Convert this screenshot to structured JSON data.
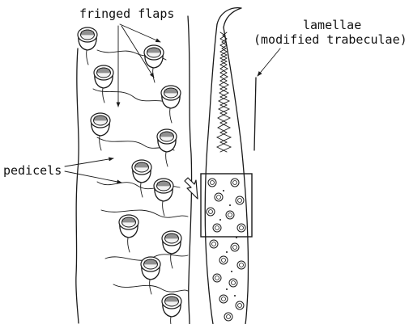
{
  "labels": {
    "fringed_flaps": "fringed flaps",
    "lamellae_line1": "lamellae",
    "lamellae_line2": "(modified trabeculae)",
    "pedicels": "pedicels"
  }
}
